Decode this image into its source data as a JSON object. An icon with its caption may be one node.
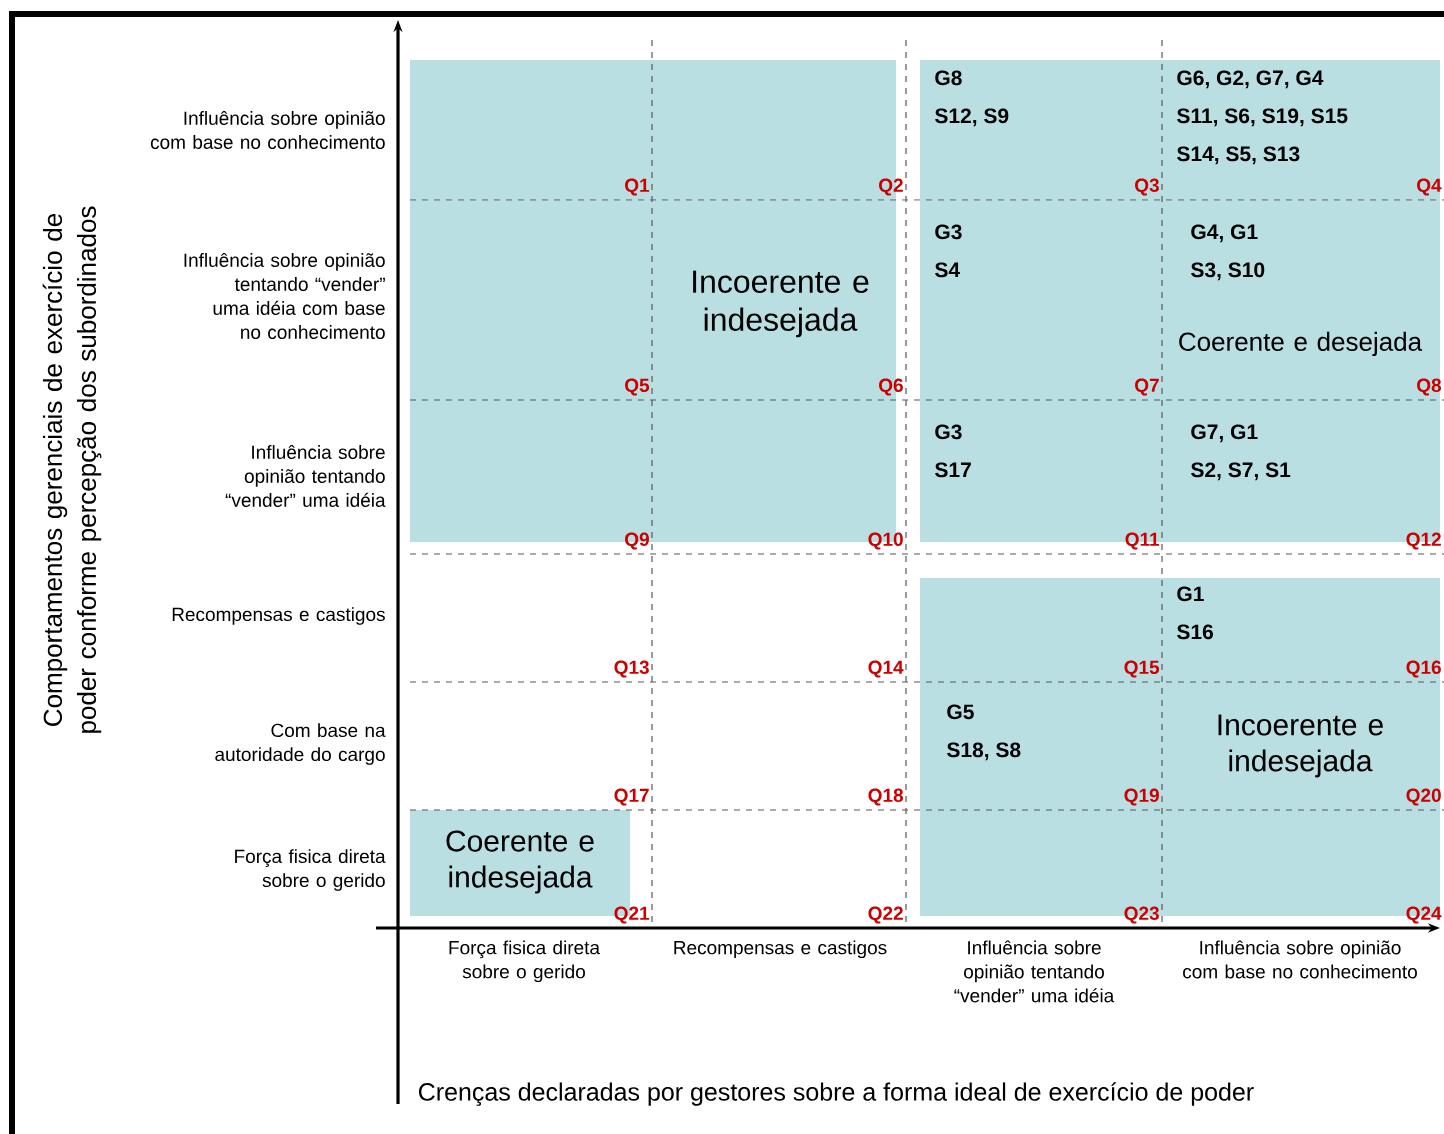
{
  "diagram": {
    "nodes": [
      {
        "text": [
          "Incoerente e indesejada"
        ]
      },
      {
        "text": [
          "Coerente e desejada"
        ]
      },
      {
        "text": [
          "Incoerente e indesejada"
        ]
      },
      {
        "text": [
          "Coerente e indesejada"
        ]
      }
    ],
    "labels": [
      "Influência sobre opinião com base no conhecimento",
      "Influência sobre opinião tentando “vender” uma idéia com base no conhecimento",
      "Influência sobre opinião tentando “vender” uma idéia",
      "Recompensas e castigos",
      "Com base na autoridade do cargo",
      "Força fisica direta sobre o gerido",
      "Comportamentos gerenciais de exercício de poder conforme percepção dos subordinados",
      "Força fisica direta sobre o gerido",
      "Recompensas e castigos",
      "Influência sobre opinião tentando “vender” uma idéia",
      "Influência sobre opinião com base no conhecimento",
      "Crenças declaradas por gestores sobre a forma ideal de exercício de poder",
      "Q1",
      "Q2",
      "Q3",
      "Q4",
      "Q5",
      "Q6",
      "Q7",
      "Q8",
      "Q9",
      "Q10",
      "Q11",
      "Q12",
      "Q13",
      "Q14",
      "Q15",
      "Q16",
      "Q17",
      "Q18",
      "Q19",
      "Q20",
      "Q21",
      "Q22",
      "Q23",
      "Q24",
      "G8",
      "S12, S9",
      "G6, G2, G7, G4",
      "S11, S6, S19, S15",
      "S14, S5, S13",
      "G3",
      "S4",
      "G4, G1",
      "S3, S10",
      "G3",
      "S17",
      "G7, G1",
      "S2, S7, S1",
      "G1",
      "S16",
      "G5",
      "S18, S8"
    ]
  }
}
